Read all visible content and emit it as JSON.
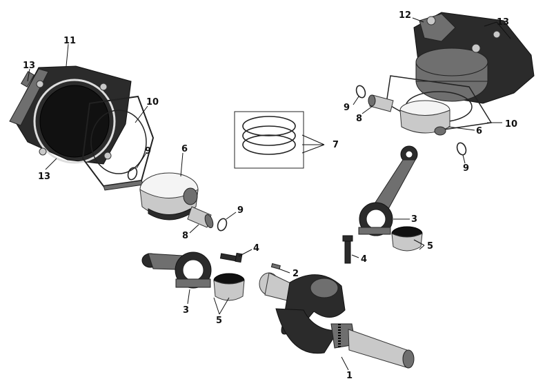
{
  "callouts": {
    "c1": "1",
    "c2": "2",
    "c3_left": "3",
    "c3_right": "3",
    "c4_left": "4",
    "c4_right": "4",
    "c5_left": "5",
    "c5_right": "5",
    "c6_left": "6",
    "c6_right": "6",
    "c7": "7",
    "c8_left": "8",
    "c8_right": "8",
    "c9_left_top": "9",
    "c9_left_bottom": "9",
    "c9_right_top": "9",
    "c9_right_bottom": "9",
    "c10_left": "10",
    "c10_right": "10",
    "c11": "11",
    "c12": "12",
    "c13_left_top": "13",
    "c13_left_bottom": "13",
    "c13_right": "13"
  }
}
